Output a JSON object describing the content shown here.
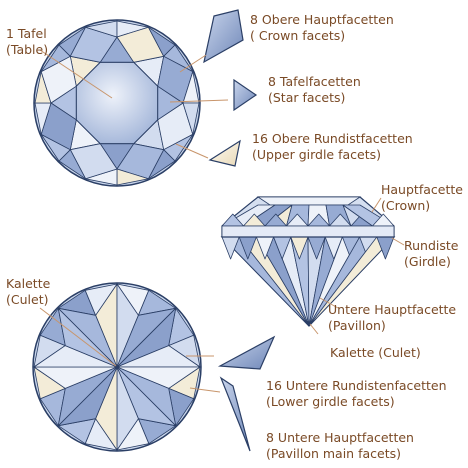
{
  "labels": {
    "table": {
      "line1": "1 Tafel",
      "line2": "(Table)"
    },
    "crown_facets": {
      "line1": "8 Obere Hauptfacetten",
      "line2": "( Crown facets)"
    },
    "star_facets": {
      "line1": "8 Tafelfacetten",
      "line2": "(Star facets)"
    },
    "upper_girdle": {
      "line1": "16 Obere Rundistfacetten",
      "line2": "(Upper girdle facets)"
    },
    "crown": {
      "line1": "Hauptfacette",
      "line2": "(Crown)"
    },
    "girdle": {
      "line1": "Rundiste",
      "line2": "(Girdle)"
    },
    "pavillon": {
      "line1": "Untere Hauptfacette",
      "line2": "(Pavillon)"
    },
    "culet_side": {
      "line1": "Kalette (Culet)"
    },
    "culet_bottom": {
      "line1": "Kalette",
      "line2": "(Culet)"
    },
    "lower_girdle": {
      "line1": "16 Untere Rundistenfacetten",
      "line2": "(Lower girdle facets)"
    },
    "pavillon_main": {
      "line1": "8 Untere Hauptfacetten",
      "line2": "(Pavillon main facets)"
    }
  },
  "colors": {
    "text": "#7a4a26",
    "leader": "#c8956b",
    "outline": "#2b3f66",
    "facet_dark": "#7f96c2",
    "facet_mid": "#a9bbdc",
    "facet_light": "#dbe4f3",
    "facet_warm": "#f4ead2"
  }
}
